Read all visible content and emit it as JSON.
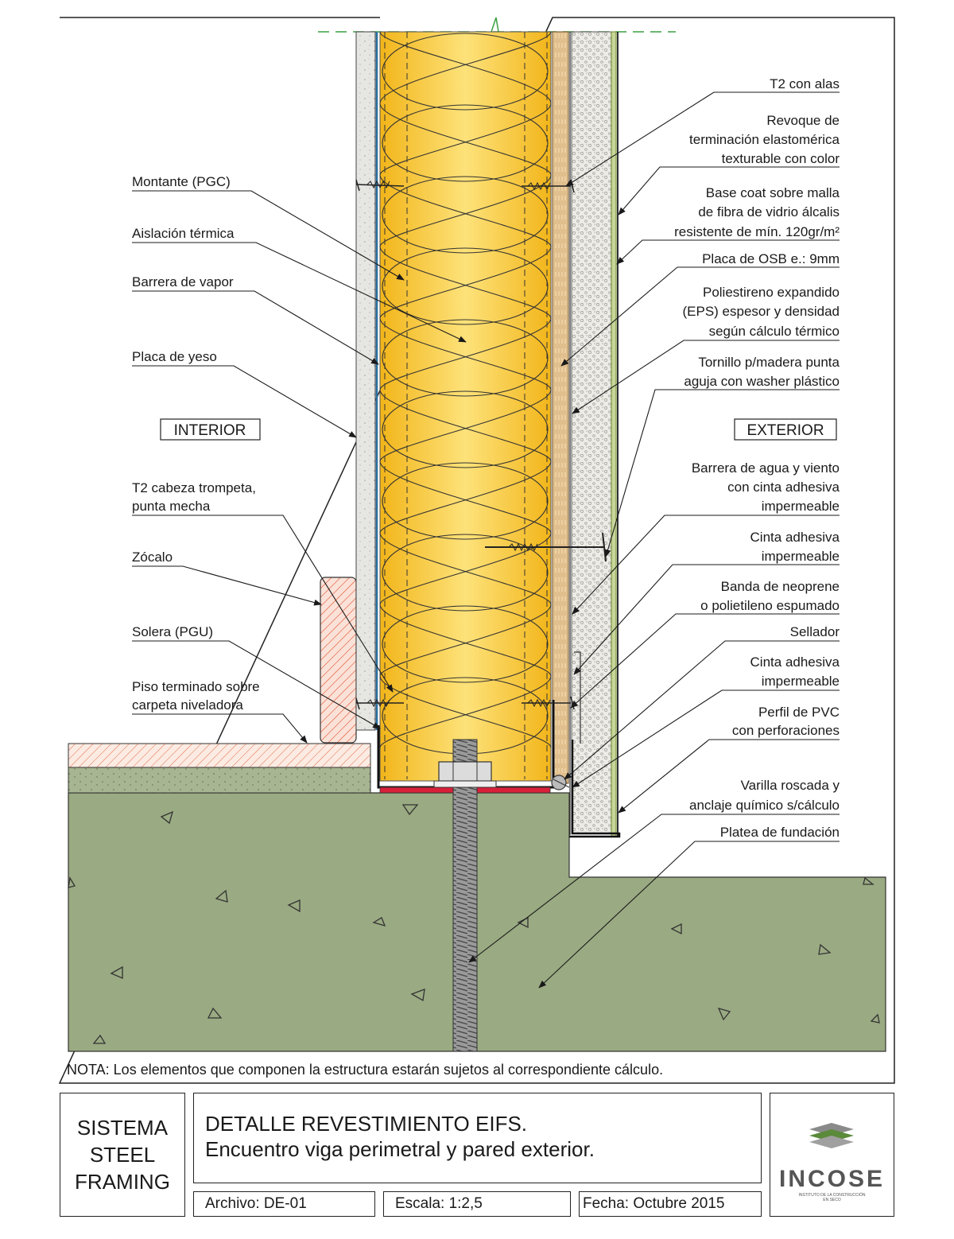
{
  "labels": {
    "left": {
      "montante": "Montante (PGC)",
      "aislacion": "Aislación térmica",
      "barrera_vapor": "Barrera de vapor",
      "placa_yeso": "Placa de yeso",
      "interior": "INTERIOR",
      "t2_cabeza_1": "T2 cabeza trompeta,",
      "t2_cabeza_2": "punta mecha",
      "zocalo": "Zócalo",
      "solera": "Solera (PGU)",
      "piso_1": "Piso terminado sobre",
      "piso_2": "carpeta niveladora"
    },
    "right": {
      "t2_alas": "T2 con alas",
      "revoque_1": "Revoque de",
      "revoque_2": "terminación elastomérica",
      "revoque_3": "texturable con color",
      "base_1": "Base coat sobre malla",
      "base_2": "de fibra de vidrio álcalis",
      "base_3": "resistente de mín. 120gr/m²",
      "osb": "Placa de OSB e.: 9mm",
      "eps_1": "Poliestireno expandido",
      "eps_2": "(EPS) espesor y densidad",
      "eps_3": "según cálculo térmico",
      "tornillo_1": "Tornillo p/madera punta",
      "tornillo_2": "aguja con washer plástico",
      "exterior": "EXTERIOR",
      "barrera_agua_1": "Barrera de agua y viento",
      "barrera_agua_2": "con cinta adhesiva",
      "barrera_agua_3": "impermeable",
      "cinta1_1": "Cinta adhesiva",
      "cinta1_2": "impermeable",
      "neopreno_1": "Banda de neoprene",
      "neopreno_2": "o polietileno espumado",
      "sellador": "Sellador",
      "cinta2_1": "Cinta adhesiva",
      "cinta2_2": "impermeable",
      "pvc_1": "Perfil de PVC",
      "pvc_2": "con perforaciones",
      "varilla_1": "Varilla roscada y",
      "varilla_2": "anclaje químico s/cálculo",
      "platea": "Platea de fundación"
    }
  },
  "nota": "NOTA: Los elementos que componen la estructura estarán sujetos al correspondiente cálculo.",
  "title_block": {
    "system_1": "SISTEMA",
    "system_2": "STEEL",
    "system_3": "FRAMING",
    "title_1": "DETALLE REVESTIMIENTO EIFS.",
    "title_2": "Encuentro viga perimetral y pared exterior.",
    "archivo": "Archivo: DE-01",
    "escala": "Escala: 1:2,5",
    "fecha": "Fecha: Octubre 2015",
    "logo_name": "INCOSE",
    "logo_sub_1": "INSTITUTO DE LA CONSTRUCCIÓN",
    "logo_sub_2": "EN SECO"
  },
  "colors": {
    "insulation": "#f5c32a",
    "insulation_light": "#fde98a",
    "concrete": "#9aaa82",
    "eps": "#ecebe6",
    "osb": "#e8c89a",
    "zocalo": "#f08060",
    "seal_red": "#d8203a",
    "mesh_green": "#6d8a2a",
    "vapor_blue": "#2a70a0",
    "cut_line_green": "#3aa040"
  }
}
